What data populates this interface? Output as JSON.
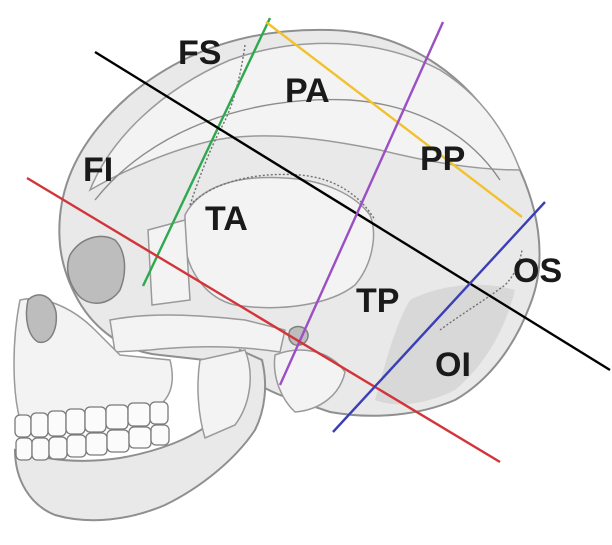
{
  "labels": {
    "fs": "FS",
    "pa": "PA",
    "fi": "FI",
    "pp": "PP",
    "ta": "TA",
    "os": "OS",
    "tp": "TP",
    "oi": "OI"
  },
  "lines": {
    "green": "#2fa84f",
    "yellow": "#f2c12e",
    "black": "#000000",
    "purple": "#9a4fc4",
    "red": "#d2343a",
    "blue": "#3b3fb5"
  },
  "icons": {
    "skull": "skull-lateral-icon"
  }
}
